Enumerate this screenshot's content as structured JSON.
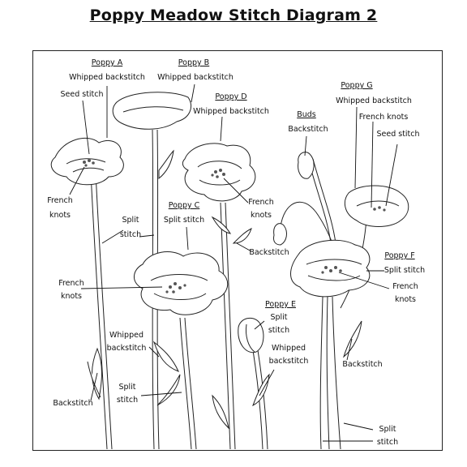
{
  "title": "Poppy Meadow Stitch Diagram 2",
  "labels": {
    "poppy_a": "Poppy A",
    "poppy_a_whip": "Whipped backstitch",
    "poppy_a_seed": "Seed stitch",
    "poppy_a_french_1": "French",
    "poppy_a_french_2": "knots",
    "poppy_a_split_1": "Split",
    "poppy_a_split_2": "stitch",
    "poppy_b": "Poppy B",
    "poppy_b_whip": "Whipped backstitch",
    "poppy_d": "Poppy D",
    "poppy_d_whip": "Whipped backstitch",
    "poppy_d_french_1": "French",
    "poppy_d_french_2": "knots",
    "buds": "Buds",
    "buds_back": "Backstitch",
    "poppy_g": "Poppy G",
    "poppy_g_whip": "Whipped backstitch",
    "poppy_g_french": "French knots",
    "poppy_g_seed": "Seed stitch",
    "poppy_c": "Poppy C",
    "poppy_c_split": "Split stitch",
    "backstitch_mid": "Backstitch",
    "french_left_1": "French",
    "french_left_2": "knots",
    "poppy_f": "Poppy F",
    "poppy_f_split": "Split stitch",
    "poppy_f_french_1": "French",
    "poppy_f_french_2": "knots",
    "poppy_e": "Poppy E",
    "poppy_e_split_1": "Split",
    "poppy_e_split_2": "stitch",
    "poppy_e_whip_1": "Whipped",
    "poppy_e_whip_2": "backstitch",
    "leaf_whip_1": "Whipped",
    "leaf_whip_2": "backstitch",
    "backstitch_right": "Backstitch",
    "split_low_1": "Split",
    "split_low_2": "stitch",
    "backstitch_left": "Backstitch",
    "split_right_1": "Split",
    "split_right_2": "stitch"
  }
}
